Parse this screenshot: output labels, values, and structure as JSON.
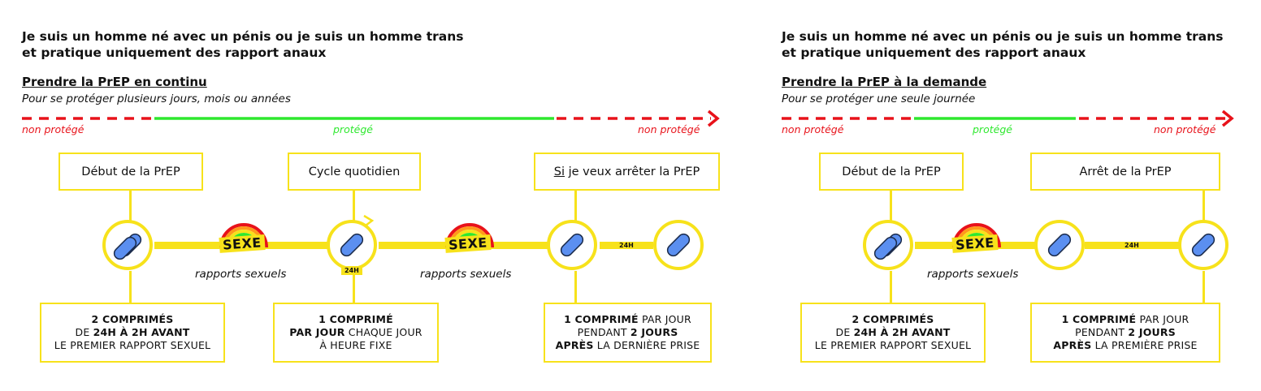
{
  "panels": [
    {
      "heading_line1": "Je suis un homme né avec un pénis ou je suis un homme trans",
      "heading_line2": "et pratique uniquement des rapport anaux",
      "subtitle": "Prendre la PrEP en continu",
      "description": "Pour se protéger plusieurs jours, mois ou années",
      "status_left": "non protégé",
      "status_middle": "protégé",
      "status_right": "non protégé",
      "box1_title": "Début de la PrEP",
      "box2_title": "Cycle quotidien",
      "box3_title_prefix": "Si",
      "box3_title_rest": " je veux arrêter la PrEP",
      "sex_label_1": "SEXE",
      "sex_label_2": "SEXE",
      "rapports_1": "rapports sexuels",
      "rapports_2": "rapports sexuels",
      "tag_24h_1": "24H",
      "tag_24h_2": "24H",
      "info1_l1": "2 COMPRIMÉS",
      "info1_l2a": "DE ",
      "info1_l2b": "24H À 2H AVANT",
      "info1_l3": "LE PREMIER RAPPORT SEXUEL",
      "info2_l1": "1 COMPRIMÉ",
      "info2_l2a": "PAR JOUR",
      "info2_l2b": " CHAQUE JOUR",
      "info2_l3": "À HEURE FIXE",
      "info3_l1a": "1 COMPRIMÉ",
      "info3_l1b": " PAR JOUR",
      "info3_l2a": "PENDANT ",
      "info3_l2b": "2 JOURS",
      "info3_l3a": "APRÈS",
      "info3_l3b": " LA DERNIÈRE PRISE"
    },
    {
      "heading_line1": "Je suis un homme né avec un pénis ou je suis un homme trans",
      "heading_line2": "et pratique uniquement des rapport anaux",
      "subtitle": "Prendre la PrEP à la demande",
      "description": "Pour se protéger une seule journée",
      "status_left": "non protégé",
      "status_middle": "protégé",
      "status_right": "non protégé",
      "box1_title": "Début de la PrEP",
      "box2_title": "Arrêt de la PrEP",
      "sex_label": "SEXE",
      "rapports": "rapports sexuels",
      "tag_24h": "24H",
      "info1_l1": "2 COMPRIMÉS",
      "info1_l2a": "DE ",
      "info1_l2b": "24H À 2H AVANT",
      "info1_l3": "LE PREMIER RAPPORT SEXUEL",
      "info2_l1a": "1 COMPRIMÉ",
      "info2_l1b": " PAR JOUR",
      "info2_l2a": "PENDANT ",
      "info2_l2b": "2 JOURS",
      "info2_l3a": "APRÈS",
      "info2_l3b": " LA PREMIÈRE PRISE"
    }
  ],
  "colors": {
    "yellow": "#f7e21b",
    "red": "#e8121a",
    "green": "#2ee82e",
    "pill": "#5b8ff0"
  }
}
